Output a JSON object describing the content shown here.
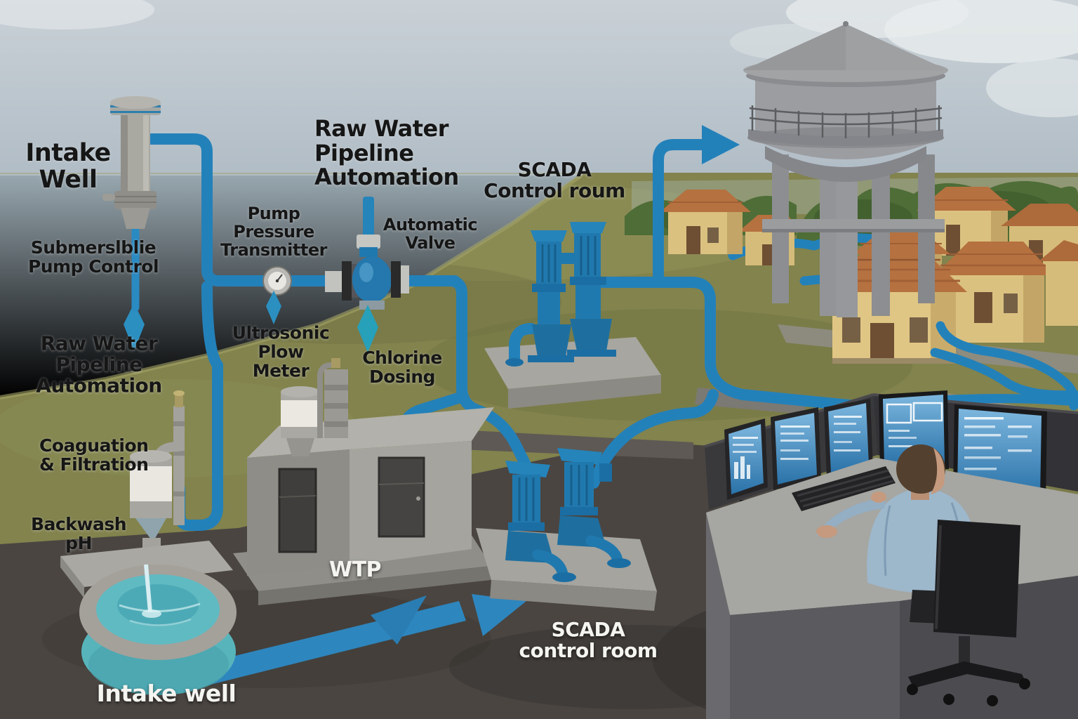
{
  "meta": {
    "title": "Raw Water Pipeline Automation — rural water supply SCADA infographic",
    "style": "photorealistic 3D render with overlaid labels"
  },
  "labels": {
    "intake_well_top": "Intake\nWell",
    "submersible_pump_control": "Submerslblie\nPump Control",
    "raw_water_pipeline_automation_top": "Raw Water\nPipeline\nAutomation",
    "pump_pressure_transmitter": "Pump\nPressure\nTransmitter",
    "automatic_valve": "Automatic\nValve",
    "scada_control_room_top": "SCADA\nControl roum",
    "raw_water_pipeline_automation_left": "Raw Water\nPipeline\nAutomation",
    "ultrasonic_flow_meter": "Ultrosonic\nPlow\nMeter",
    "chlorine_dosing": "Chlorine\nDosing",
    "coagulation_filtration": "Coaguation\n& Filtration",
    "backwash_ph": "Backwash\npH",
    "wtp": "WTP",
    "intake_well_bottom": "Intake well",
    "scada_control_room_bottom": "SCADA\ncontrol room"
  },
  "colors": {
    "pipe_blue": "#2381ba",
    "diamond_marker": "#2b93c4",
    "sky": "#bcc6cd",
    "sea": "#8496a0",
    "grass": "#82834d",
    "asphalt": "#4a4541",
    "concrete": "#a3a29c",
    "house_wall": "#dbc180",
    "house_roof": "#b5713f",
    "tower_gray": "#9c9da0",
    "basin_water": "#60bac2",
    "monitor_screen_blue": "#3a87bd",
    "label_dark": "#161616",
    "label_light": "#f4f4f1"
  },
  "scene_objects": [
    "intake well column at sea edge with submersible pump",
    "pressure gauge and automatic valve on raw water pipeline",
    "elevated concrete water storage tower",
    "village houses with terracotta roofs and distribution pipes",
    "WTP building with ultrasonic flow meter and chlorine dosing equipment",
    "coagulation and filtration unit pouring into intake basin",
    "two blue booster pump stations on concrete pads",
    "SCADA control desk with operator and five monitors"
  ]
}
